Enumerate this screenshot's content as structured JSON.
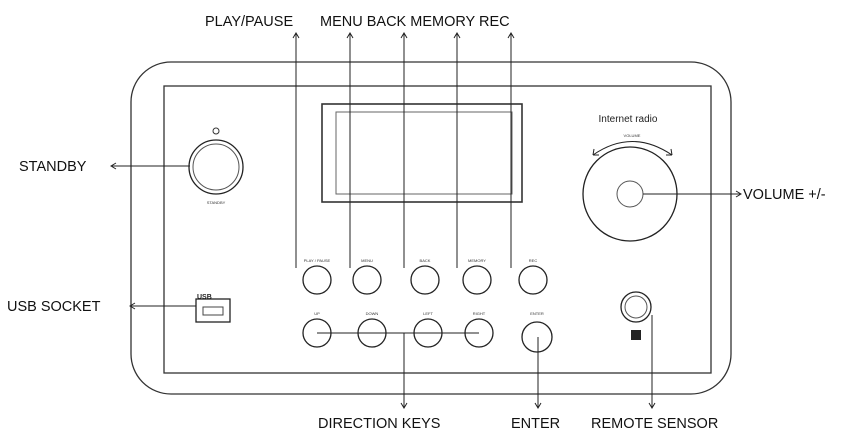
{
  "callouts": {
    "play_pause": "PLAY/PAUSE",
    "menu_back_memory_rec": "MENU BACK MEMORY REC",
    "standby": "STANDBY",
    "volume": "VOLUME +/-",
    "usb_socket": "USB SOCKET",
    "direction_keys": "DIRECTION KEYS",
    "enter": "ENTER",
    "remote_sensor": "REMOTE SENSOR"
  },
  "panel": {
    "internet_radio": "Internet radio",
    "volume_label": "VOLUME",
    "standby_label": "STANDBY",
    "usb_logo": "USB",
    "top_buttons": [
      "PLAY / PAUSE",
      "MENU",
      "BACK",
      "MEMORY",
      "REC"
    ],
    "bottom_buttons": [
      "UP",
      "DOWN",
      "LEFT",
      "RIGHT",
      "ENTER"
    ]
  }
}
